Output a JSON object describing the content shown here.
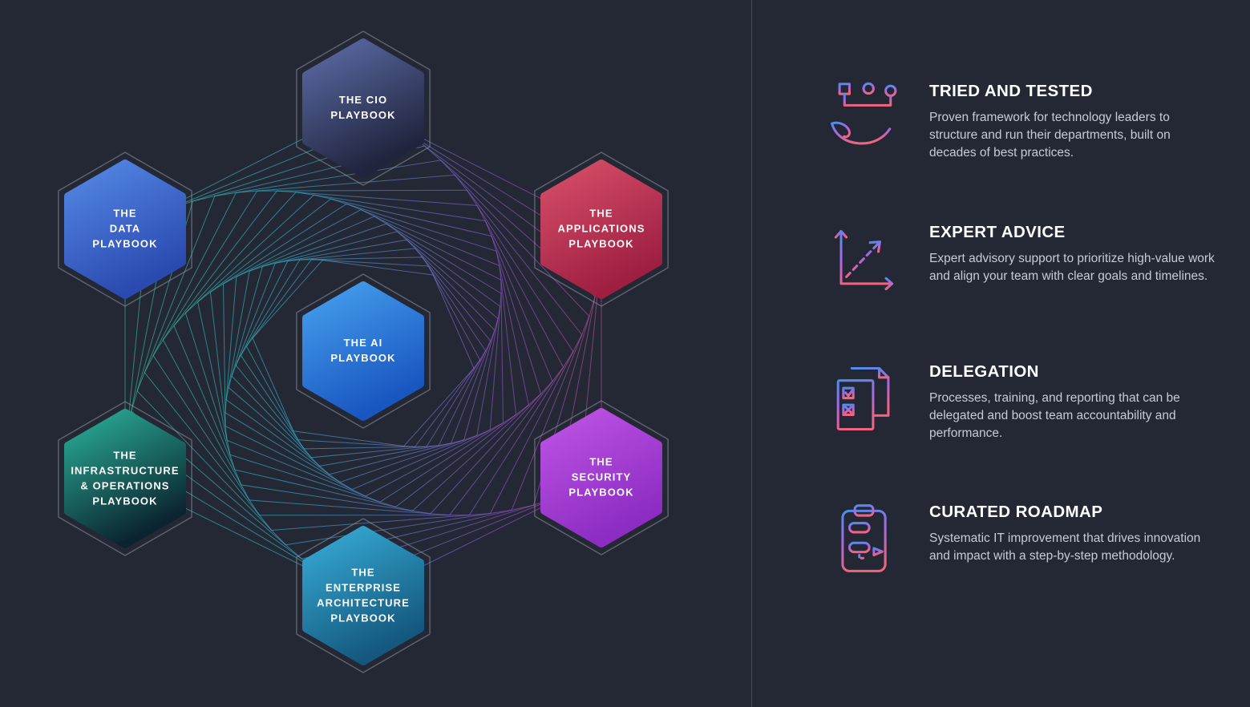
{
  "diagram": {
    "hexagons": [
      {
        "id": "cio",
        "label_lines": [
          "THE CIO",
          "PLAYBOOK"
        ],
        "color_from": "#5d6da8",
        "color_to": "#20243d"
      },
      {
        "id": "data",
        "label_lines": [
          "THE",
          "DATA",
          "PLAYBOOK"
        ],
        "color_from": "#568ae6",
        "color_to": "#2a4ab0"
      },
      {
        "id": "applications",
        "label_lines": [
          "THE",
          "APPLICATIONS",
          "PLAYBOOK"
        ],
        "color_from": "#d8506a",
        "color_to": "#9e1f42"
      },
      {
        "id": "ai",
        "label_lines": [
          "THE AI",
          "PLAYBOOK"
        ],
        "color_from": "#47a2f0",
        "color_to": "#1956c0"
      },
      {
        "id": "infrastructure",
        "label_lines": [
          "THE",
          "INFRASTRUCTURE",
          "& OPERATIONS",
          "PLAYBOOK"
        ],
        "color_from": "#2bb29a",
        "color_to": "#0b2530"
      },
      {
        "id": "security",
        "label_lines": [
          "THE",
          "SECURITY",
          "PLAYBOOK"
        ],
        "color_from": "#bf55e6",
        "color_to": "#8c2cc2"
      },
      {
        "id": "enterprise_architecture",
        "label_lines": [
          "THE",
          "ENTERPRISE",
          "ARCHITECTURE",
          "PLAYBOOK"
        ],
        "color_from": "#38aed8",
        "color_to": "#14587e"
      }
    ],
    "web_colors": [
      "#3ddc8e",
      "#38c6e8",
      "#a45ae2",
      "#e65573"
    ]
  },
  "features": [
    {
      "icon": "hand-hierarchy-icon",
      "title": "TRIED AND TESTED",
      "body": "Proven framework for technology leaders to structure and run their departments, built on decades of best practices."
    },
    {
      "icon": "growth-chart-icon",
      "title": "EXPERT ADVICE",
      "body": "Expert advisory support to prioritize high-value work and align your team with clear goals and timelines."
    },
    {
      "icon": "checklist-documents-icon",
      "title": "DELEGATION",
      "body": "Processes, training, and reporting that can be delegated and boost team accountability and performance."
    },
    {
      "icon": "roadmap-clipboard-icon",
      "title": "CURATED ROADMAP",
      "body": "Systematic IT improvement that drives innovation and impact with a step-by-step methodology."
    }
  ],
  "colors": {
    "background": "#242834",
    "divider": "rgba(255,255,255,0.16)",
    "body_text": "#c7cbd4",
    "hex_ring": "#99a0ac",
    "icon_gradient": [
      "#4a8fe8",
      "#a866e4",
      "#ef6480"
    ]
  }
}
